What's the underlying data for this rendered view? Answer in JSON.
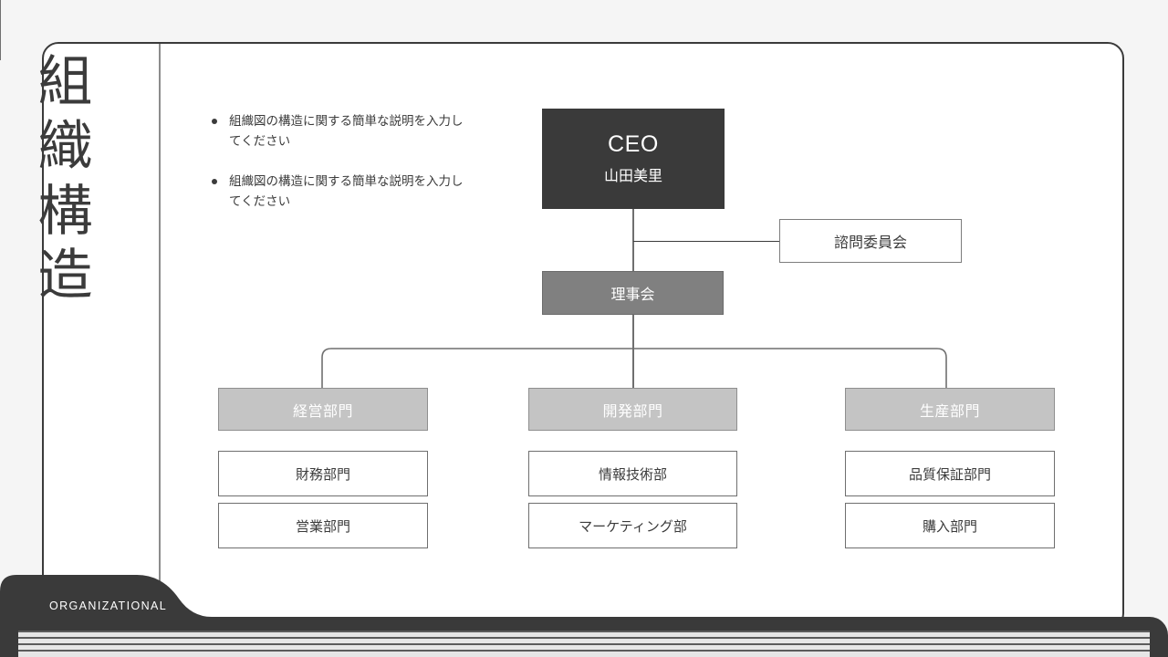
{
  "slide": {
    "title_vertical": "組織構造",
    "footer_label": "ORGANIZATIONAL",
    "colors": {
      "page_background": "#f5f5f5",
      "card_background": "#ffffff",
      "card_border": "#3a3a3a",
      "ceo_box": "#3a3a3a",
      "board_box": "#808080",
      "division_box": "#c4c4c4",
      "sub_box": "#ffffff",
      "connector": "#6f6f6f",
      "text_dark": "#3b3b3b",
      "text_light": "#ffffff",
      "footer_band": "#3a3a3a"
    }
  },
  "bullets": [
    {
      "text": "組織図の構造に関する簡単な説明を入力してください"
    },
    {
      "text": "組織図の構造に関する簡単な説明を入力してください"
    }
  ],
  "chart_data": {
    "type": "diagram",
    "diagram_kind": "organizational-chart",
    "title": "組織構造",
    "nodes": [
      {
        "id": "ceo",
        "label": "CEO",
        "sublabel": "山田美里",
        "level": 0,
        "style": "dark"
      },
      {
        "id": "advisory",
        "label": "諮問委員会",
        "level": 1,
        "style": "outline"
      },
      {
        "id": "board",
        "label": "理事会",
        "level": 1,
        "style": "gray"
      },
      {
        "id": "div1",
        "label": "経営部門",
        "level": 2,
        "style": "light-gray"
      },
      {
        "id": "div2",
        "label": "開発部門",
        "level": 2,
        "style": "light-gray"
      },
      {
        "id": "div3",
        "label": "生産部門",
        "level": 2,
        "style": "light-gray"
      },
      {
        "id": "div1a",
        "label": "財務部門",
        "level": 3,
        "style": "outline"
      },
      {
        "id": "div1b",
        "label": "営業部門",
        "level": 3,
        "style": "outline"
      },
      {
        "id": "div2a",
        "label": "情報技術部",
        "level": 3,
        "style": "outline"
      },
      {
        "id": "div2b",
        "label": "マーケティング部",
        "level": 3,
        "style": "outline"
      },
      {
        "id": "div3a",
        "label": "品質保証部門",
        "level": 3,
        "style": "outline"
      },
      {
        "id": "div3b",
        "label": "購入部門",
        "level": 3,
        "style": "outline"
      }
    ],
    "edges": [
      {
        "from": "ceo",
        "to": "board"
      },
      {
        "from": "ceo",
        "to": "advisory",
        "kind": "staff"
      },
      {
        "from": "board",
        "to": "div1"
      },
      {
        "from": "board",
        "to": "div2"
      },
      {
        "from": "board",
        "to": "div3"
      },
      {
        "from": "div1",
        "to": "div1a"
      },
      {
        "from": "div1a",
        "to": "div1b"
      },
      {
        "from": "div2",
        "to": "div2a"
      },
      {
        "from": "div2a",
        "to": "div2b"
      },
      {
        "from": "div3",
        "to": "div3a"
      },
      {
        "from": "div3a",
        "to": "div3b"
      }
    ],
    "columns": [
      {
        "header": "経営部門",
        "children": [
          "財務部門",
          "営業部門"
        ]
      },
      {
        "header": "開発部門",
        "children": [
          "情報技術部",
          "マーケティング部"
        ]
      },
      {
        "header": "生産部門",
        "children": [
          "品質保証部門",
          "購入部門"
        ]
      }
    ]
  }
}
